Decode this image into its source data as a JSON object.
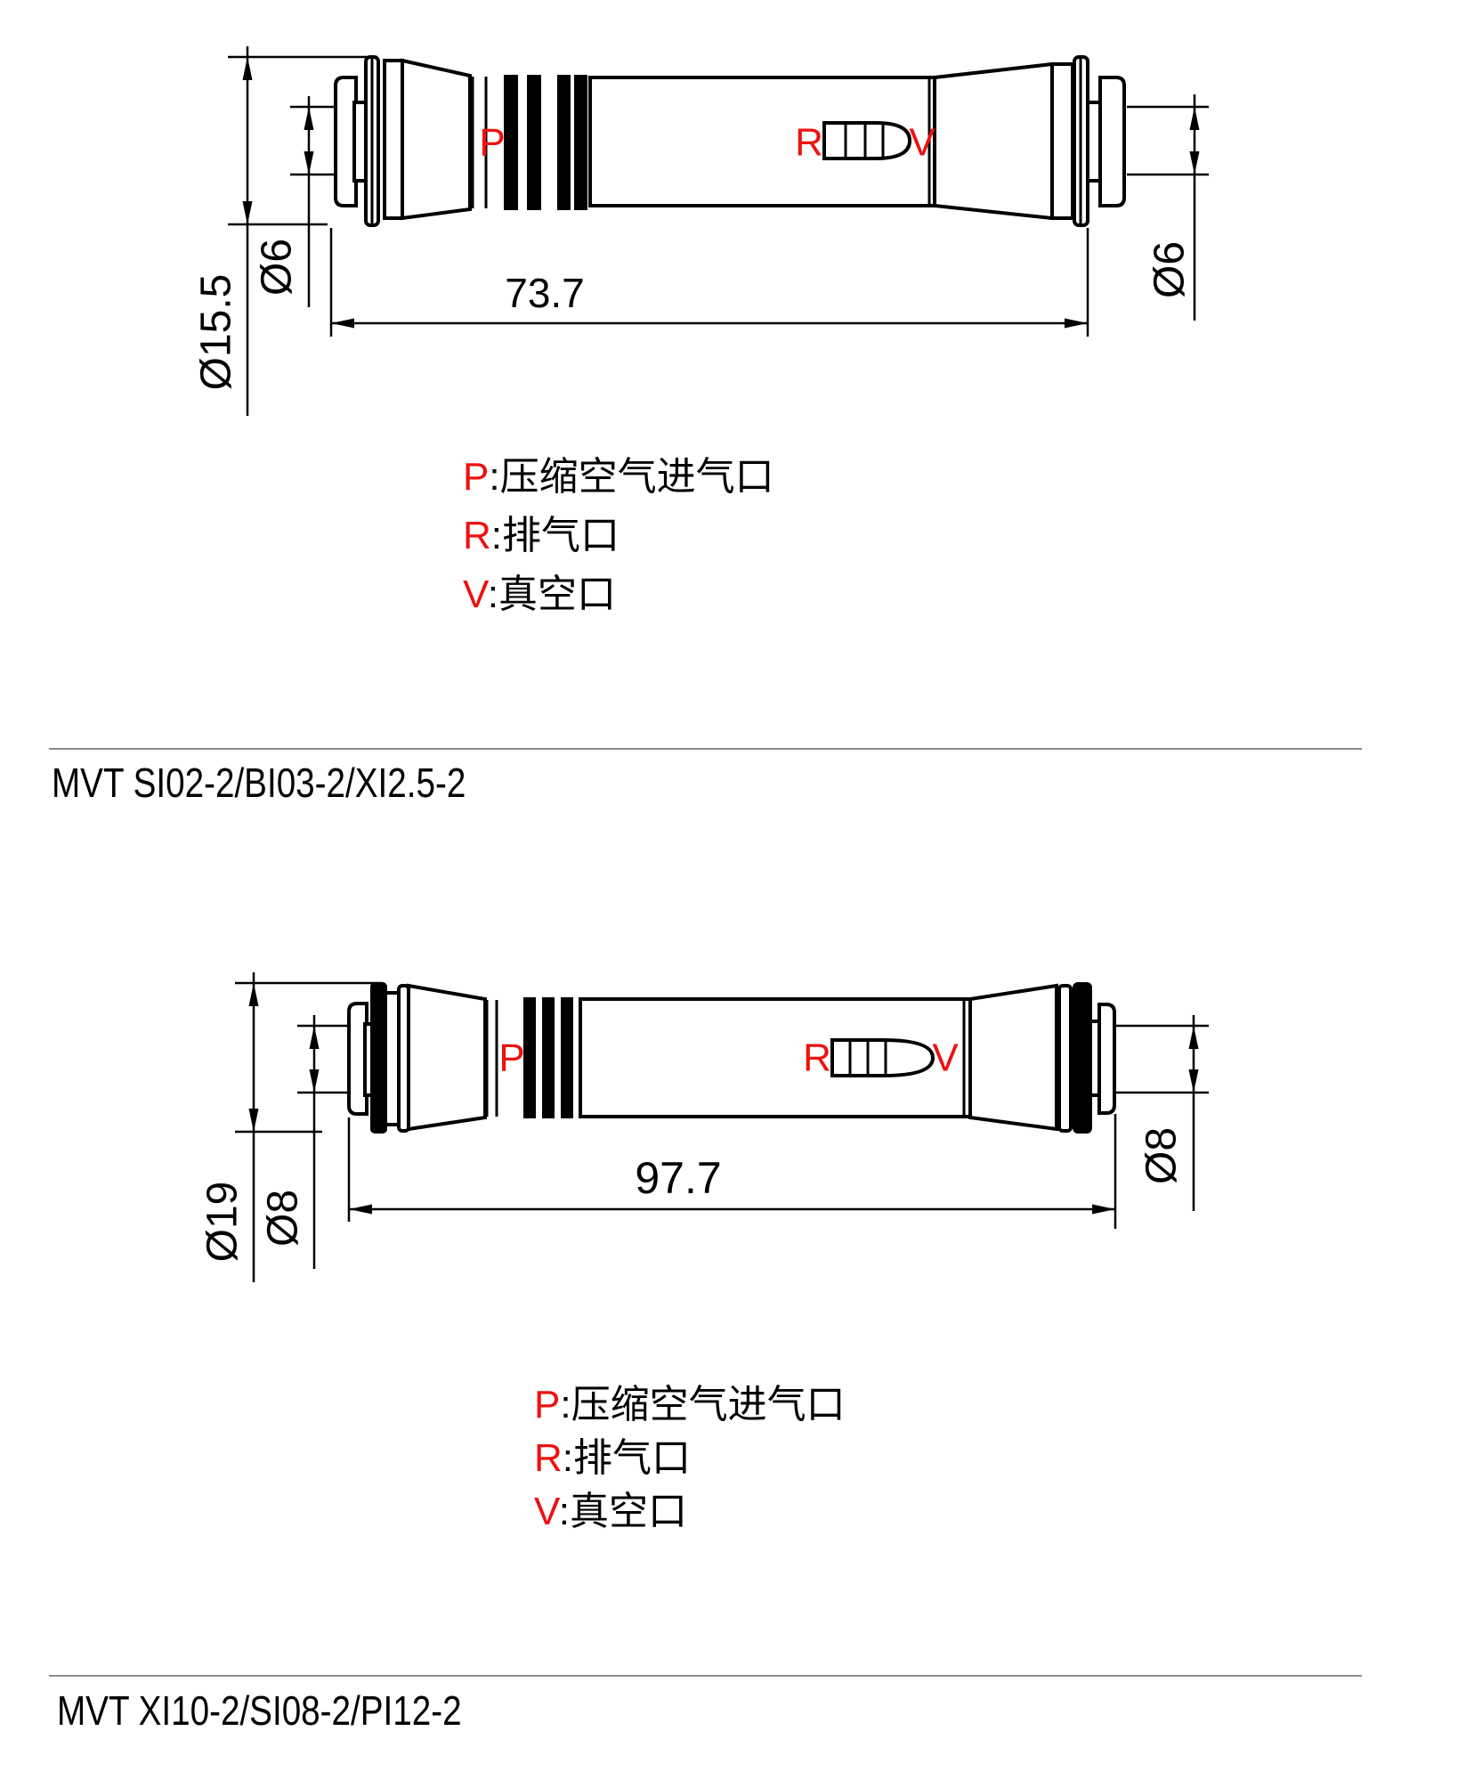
{
  "colors": {
    "accent_red": "#ee1111",
    "line_black": "#000000",
    "divider_gray": "#8c8c8c"
  },
  "diagram1": {
    "model": "MVT SI02-2/BI03-2/XI2.5-2",
    "length": "73.7",
    "dia_body": "Ø15.5",
    "dia_left": "Ø6",
    "dia_right": "Ø6",
    "port_p": "P",
    "port_r": "R",
    "port_v": "V",
    "legend": [
      {
        "key": "P",
        "text": ":压缩空气进气口"
      },
      {
        "key": "R",
        "text": ":排气口"
      },
      {
        "key": "V",
        "text": ":真空口"
      }
    ]
  },
  "diagram2": {
    "model": "MVT XI10-2/SI08-2/PI12-2",
    "length": "97.7",
    "dia_body": "Ø19",
    "dia_left": "Ø8",
    "dia_right": "Ø8",
    "port_p": "P",
    "port_r": "R",
    "port_v": "V",
    "legend": [
      {
        "key": "P",
        "text": ":压缩空气进气口"
      },
      {
        "key": "R",
        "text": ":排气口"
      },
      {
        "key": "V",
        "text": ":真空口"
      }
    ]
  }
}
